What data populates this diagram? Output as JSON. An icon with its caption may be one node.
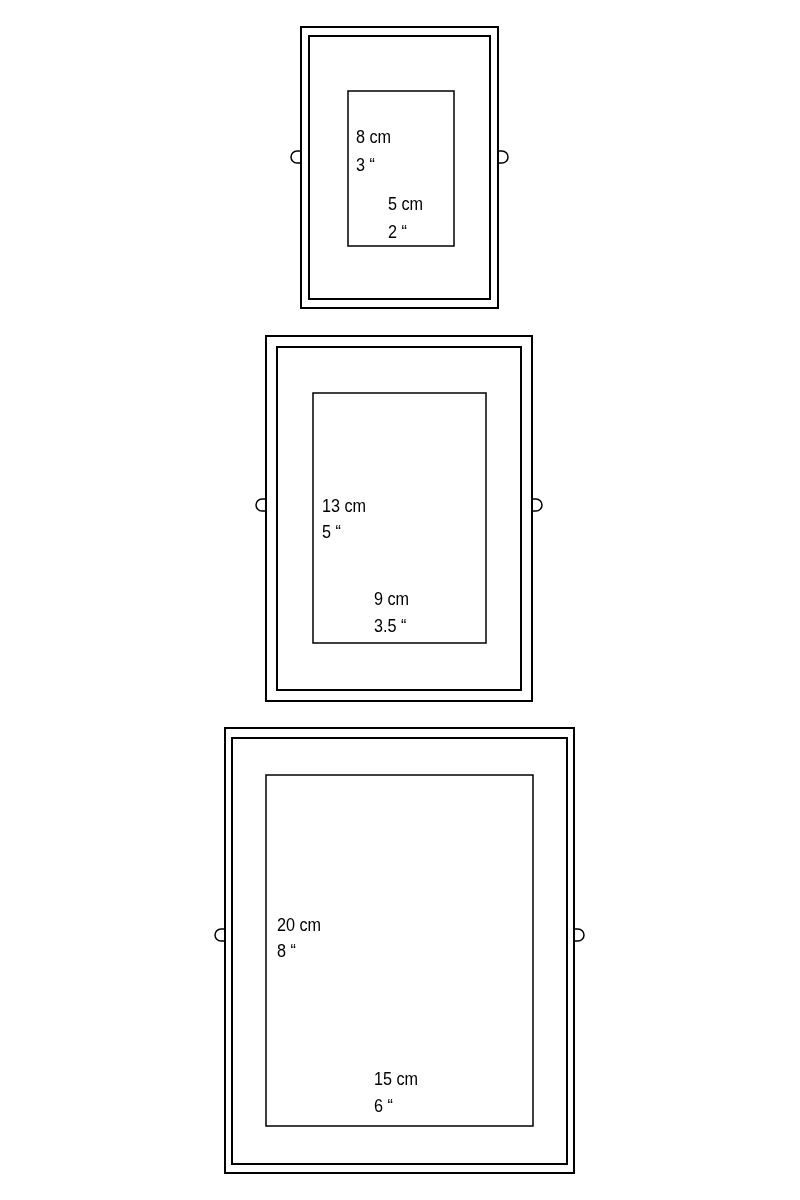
{
  "diagram": {
    "labels": [
      "8 cm",
      "3 “",
      "5 cm",
      "2 “",
      "13 cm",
      "5 “",
      "9 cm",
      "3.5 “",
      "20 cm",
      "8 “",
      "15 cm",
      "6 “"
    ]
  }
}
